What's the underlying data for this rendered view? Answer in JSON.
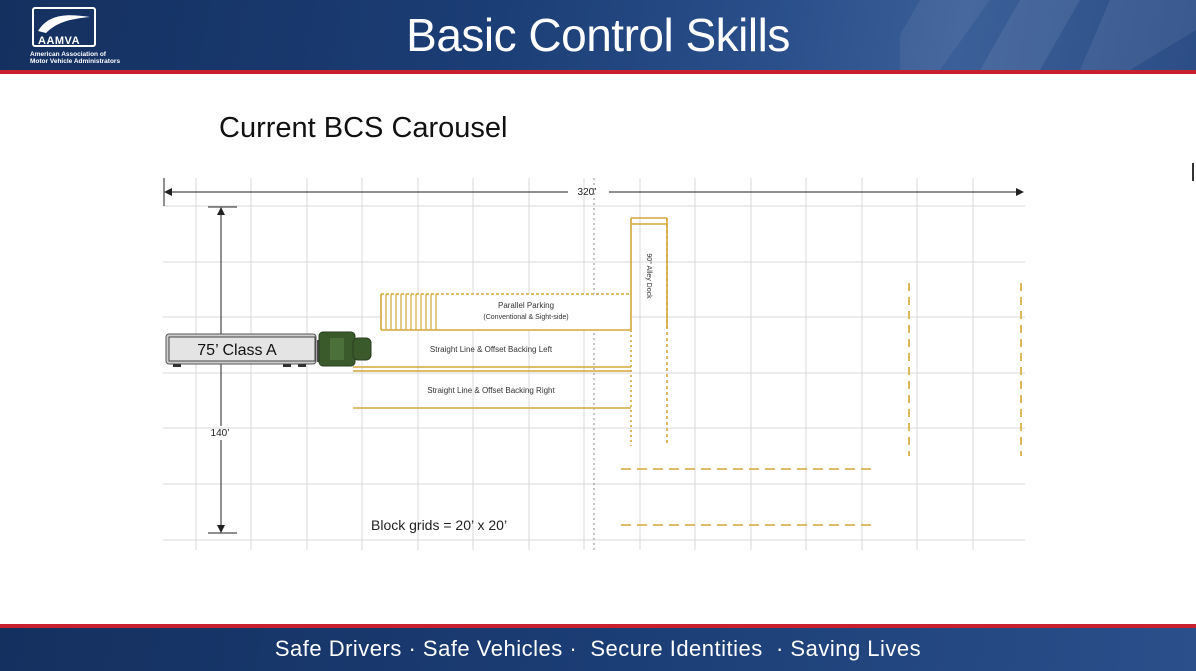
{
  "header": {
    "title": "Basic Control Skills",
    "logo": {
      "acronym": "AAMVA",
      "line1": "American Association of",
      "line2": "Motor Vehicle Administrators"
    }
  },
  "subtitle": "Current BCS Carousel",
  "diagram": {
    "width_label": "320’",
    "height_label": "140’",
    "vehicle_label": "75’ Class A",
    "exercises": {
      "parallel_parking": "Parallel Parking",
      "parallel_parking_sub": "(Conventional & Sight-side)",
      "backing_left": "Straight Line & Offset Backing Left",
      "backing_right": "Straight Line & Offset Backing Right",
      "alley_dock": "90° Alley Dock"
    },
    "grid_note": "Block grids = 20’ x 20’",
    "colors": {
      "lane": "#d4a73a",
      "grid": "#d9d9d9",
      "truck": "#3a5a2c"
    }
  },
  "footer": {
    "tagline": "Safe Drivers · Safe Vehicles ·  Secure Identities  · Saving Lives"
  }
}
